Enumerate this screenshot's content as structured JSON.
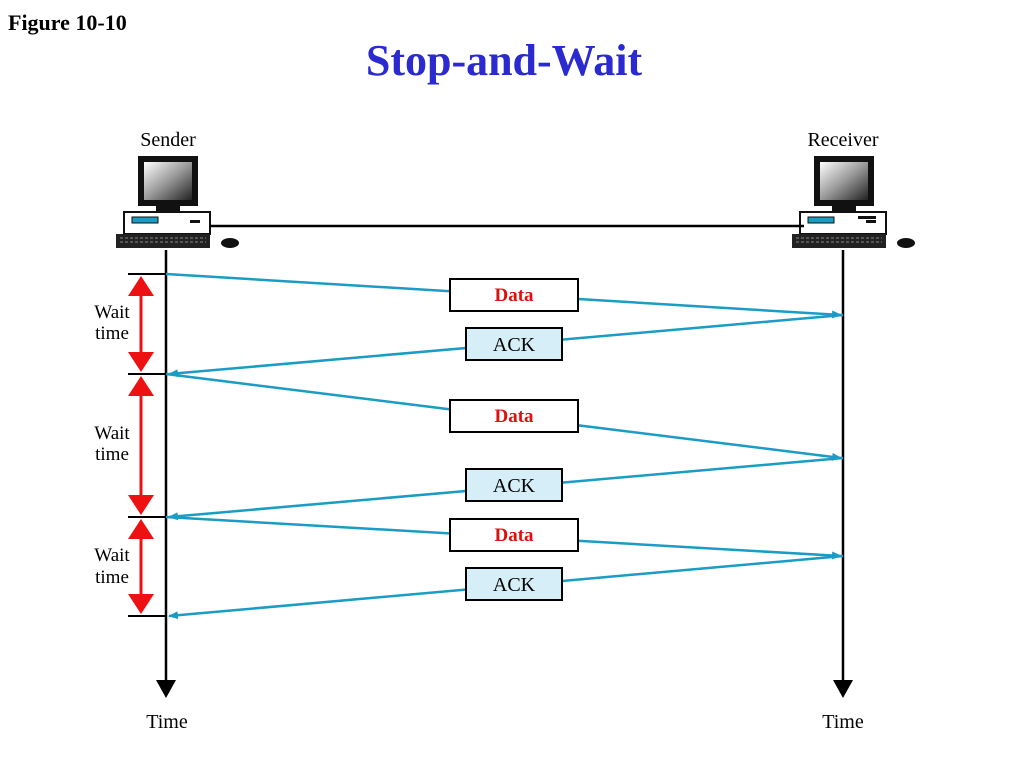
{
  "figure_label": "Figure 10-10",
  "title": "Stop-and-Wait",
  "sender_label": "Sender",
  "receiver_label": "Receiver",
  "time_label_left": "Time",
  "time_label_right": "Time",
  "wait_labels": [
    {
      "line1": "Wait",
      "line2": "time"
    },
    {
      "line1": "Wait",
      "line2": "time"
    },
    {
      "line1": "Wait",
      "line2": "time"
    }
  ],
  "exchanges": [
    {
      "data_label": "Data",
      "ack_label": "ACK"
    },
    {
      "data_label": "Data",
      "ack_label": "ACK"
    },
    {
      "data_label": "Data",
      "ack_label": "ACK"
    }
  ],
  "colors": {
    "title": "#2a2ad0",
    "data_text": "#e01010",
    "arrow": "#1a9cc4",
    "wait_arrow": "#ee1111",
    "ack_fill": "#d6eef8"
  }
}
